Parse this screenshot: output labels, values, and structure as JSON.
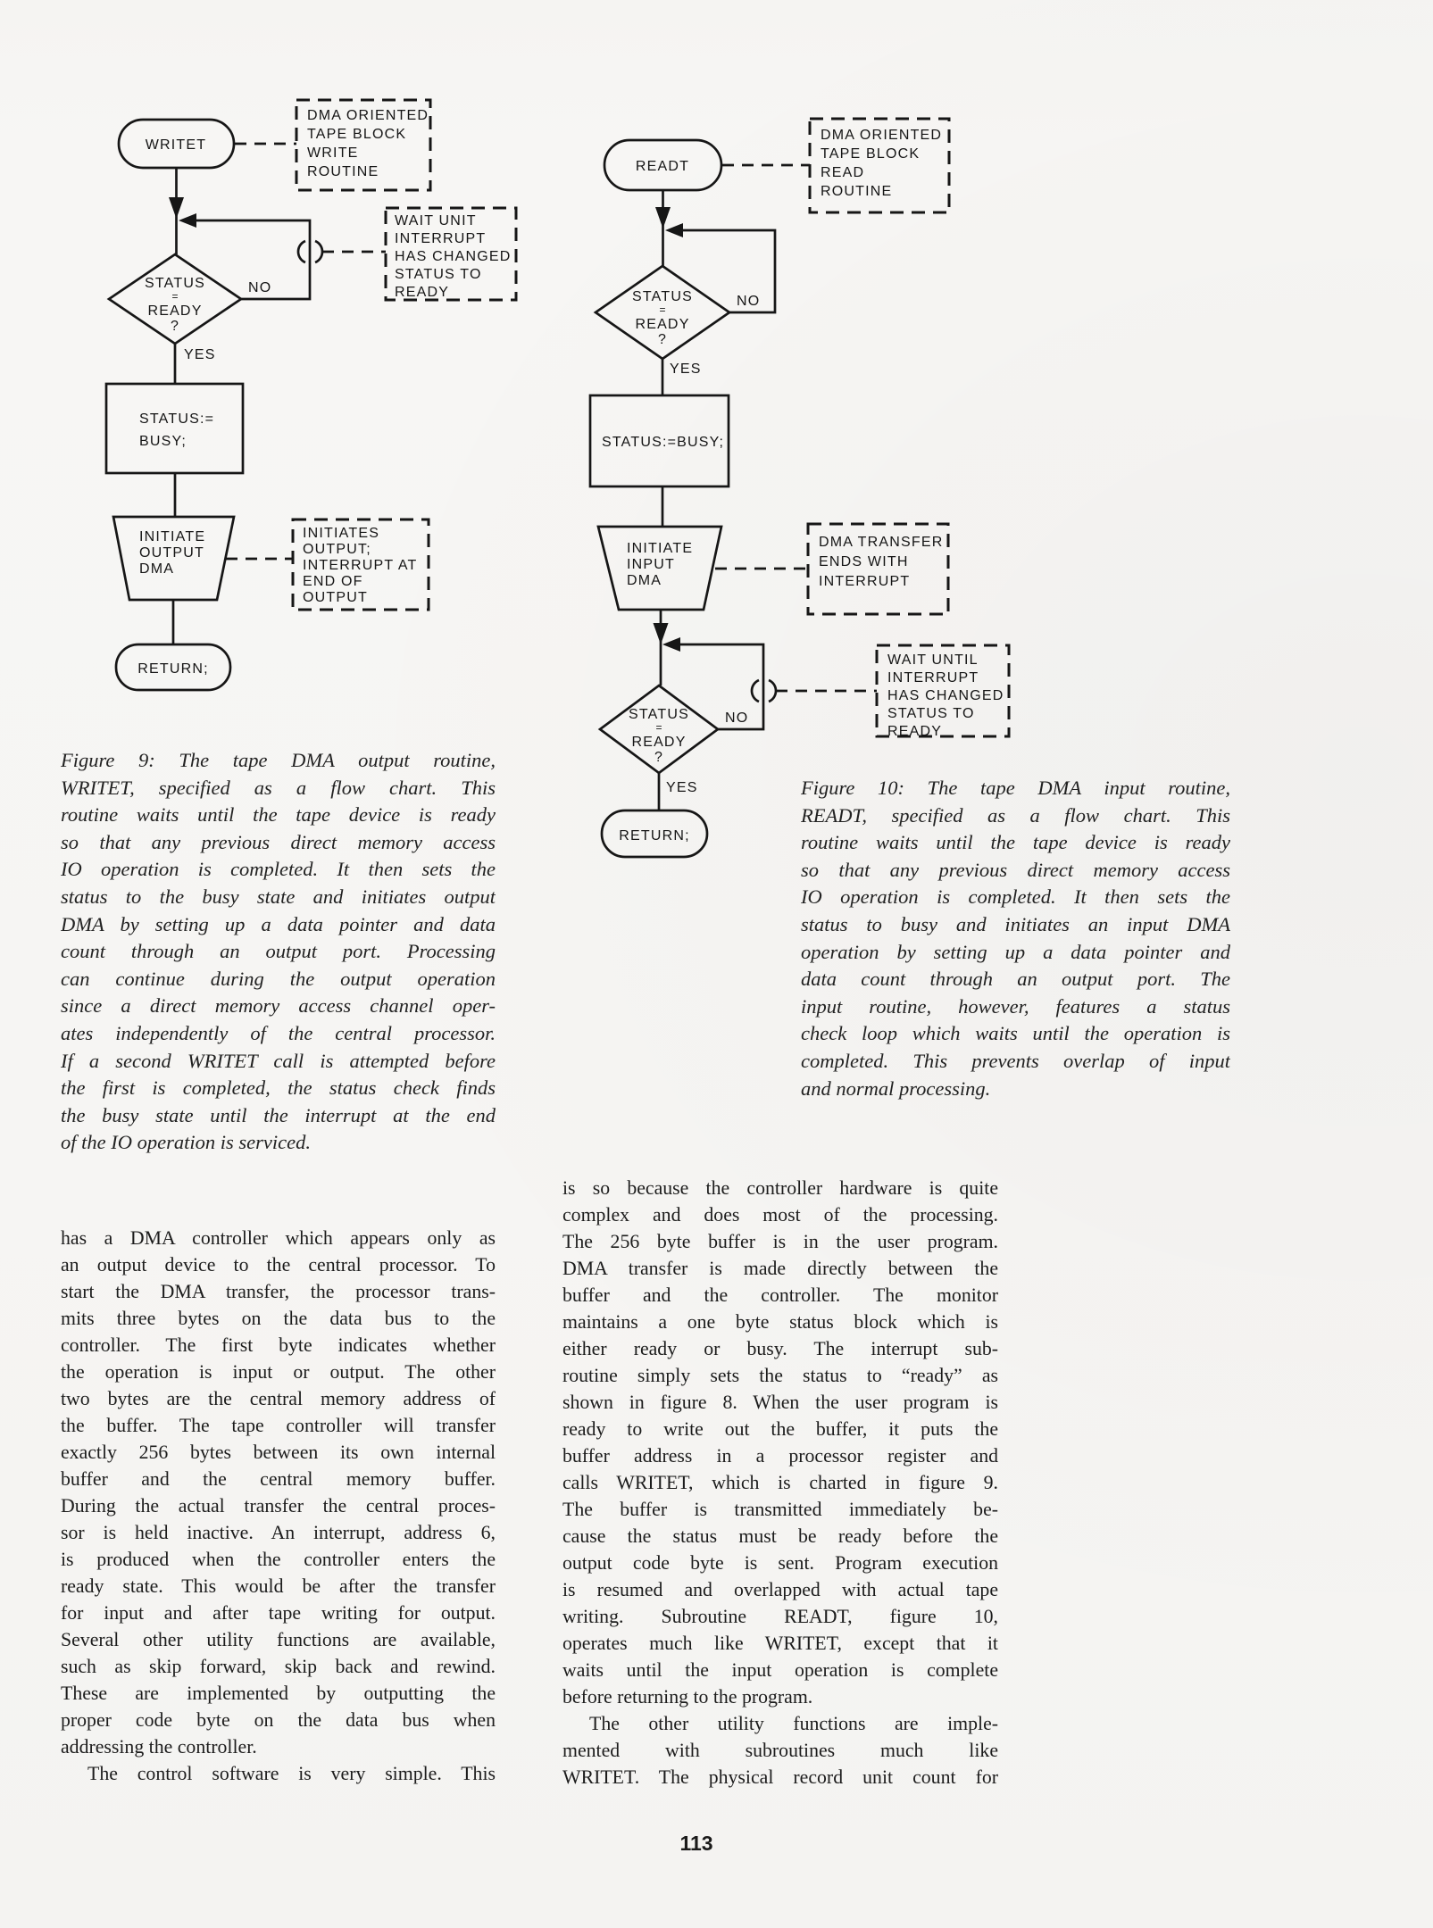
{
  "style": {
    "paper": "#f6f5f3",
    "ink": "#1a1a1a"
  },
  "page": {
    "number": "113"
  },
  "charts": {
    "writet": {
      "start": "WRITET",
      "start_note": [
        "DMA ORIENTED",
        "TAPE BLOCK",
        "WRITE",
        "ROUTINE"
      ],
      "decision": {
        "l1": "STATUS",
        "l2": "=",
        "l3": "READY",
        "l4": "?"
      },
      "no_label": "NO",
      "yes_label": "YES",
      "wait_note": [
        "WAIT UNIT",
        "INTERRUPT",
        "HAS CHANGED",
        "STATUS TO",
        "READY"
      ],
      "process": [
        "STATUS:=",
        "BUSY;"
      ],
      "io": [
        "INITIATE",
        "OUTPUT",
        "DMA"
      ],
      "io_note": [
        "INITIATES",
        "OUTPUT;",
        "INTERRUPT AT",
        "END OF",
        "OUTPUT"
      ],
      "end": "RETURN;"
    },
    "readt": {
      "start": "READT",
      "start_note": [
        "DMA ORIENTED",
        "TAPE BLOCK",
        "READ",
        "ROUTINE"
      ],
      "decision1": {
        "l1": "STATUS",
        "l2": "=",
        "l3": "READY",
        "l4": "?"
      },
      "no1": "NO",
      "yes1": "YES",
      "process": "STATUS:=BUSY;",
      "io": [
        "INITIATE",
        "INPUT",
        "DMA"
      ],
      "io_note": [
        "DMA TRANSFER",
        "ENDS WITH",
        "INTERRUPT"
      ],
      "decision2": {
        "l1": "STATUS",
        "l2": "=",
        "l3": "READY",
        "l4": "?"
      },
      "no2": "NO",
      "yes2": "YES",
      "wait_note": [
        "WAIT UNTIL",
        "INTERRUPT",
        "HAS CHANGED",
        "STATUS TO",
        "READY"
      ],
      "end": "RETURN;"
    }
  },
  "captions": {
    "figure9": {
      "lines": [
        {
          "text": "Figure 9: The tape DMA output routine,"
        },
        {
          "text": "WRITET, specified as a flow chart. This"
        },
        {
          "text": "routine waits until the tape device is ready"
        },
        {
          "text": "so that any previous direct memory access"
        },
        {
          "text": "IO operation is completed. It then sets the"
        },
        {
          "text": "status to the busy state and initiates output"
        },
        {
          "text": "DMA by setting up a data pointer and data"
        },
        {
          "text": "count through an output port. Processing"
        },
        {
          "text": "can continue during the output operation"
        },
        {
          "text": "since a direct memory access channel oper-"
        },
        {
          "text": "ates independently of the central processor."
        },
        {
          "text": "If a second WRITET call is attempted before"
        },
        {
          "text": "the first is completed, the status check finds"
        },
        {
          "text": "the busy state until the interrupt at the end"
        },
        {
          "text": "of the IO operation is serviced.",
          "cls": "end"
        }
      ]
    },
    "figure10": {
      "lines": [
        {
          "text": "Figure 10: The tape DMA input routine,"
        },
        {
          "text": "READT, specified as a flow chart. This"
        },
        {
          "text": "routine waits until the tape device is ready"
        },
        {
          "text": "so that any previous direct memory access"
        },
        {
          "text": "IO operation is completed. It then sets the"
        },
        {
          "text": "status to busy and initiates an input DMA"
        },
        {
          "text": "operation by setting up a data pointer and"
        },
        {
          "text": "data count through an output port. The"
        },
        {
          "text": "input routine, however, features a status"
        },
        {
          "text": "check loop which waits until the operation is"
        },
        {
          "text": "completed. This prevents overlap of input"
        },
        {
          "text": "and normal processing.",
          "cls": "end"
        }
      ]
    }
  },
  "body": {
    "left_column": {
      "lines": [
        {
          "text": "has a DMA controller which appears only as"
        },
        {
          "text": "an output device to the central processor. To"
        },
        {
          "text": "start the DMA transfer, the processor trans-"
        },
        {
          "text": "mits three bytes on the data bus to the"
        },
        {
          "text": "controller. The first byte indicates whether"
        },
        {
          "text": "the operation is input or output. The other"
        },
        {
          "text": "two bytes are the central memory address of"
        },
        {
          "text": "the buffer. The tape controller will transfer"
        },
        {
          "text": "exactly 256 bytes between its own internal"
        },
        {
          "text": "buffer and the central memory buffer."
        },
        {
          "text": "During the actual transfer the central proces-"
        },
        {
          "text": "sor is held inactive. An interrupt, address 6,"
        },
        {
          "text": "is produced when the controller enters the"
        },
        {
          "text": "ready state. This would be after the transfer"
        },
        {
          "text": "for input and after tape writing for output."
        },
        {
          "text": "Several other utility functions are available,"
        },
        {
          "text": "such as skip forward, skip back and rewind."
        },
        {
          "text": "These are implemented by outputting the"
        },
        {
          "text": "proper code byte on the data bus when"
        },
        {
          "text": "addressing the controller.",
          "cls": "end"
        },
        {
          "text": "The control software is very simple. This",
          "cls": "indent"
        }
      ]
    },
    "right_column": {
      "lines": [
        {
          "text": "is so because the controller hardware is quite"
        },
        {
          "text": "complex and does most of the processing."
        },
        {
          "text": "The 256 byte buffer is in the user program."
        },
        {
          "text": "DMA transfer is made directly between the"
        },
        {
          "text": "buffer and the controller. The monitor"
        },
        {
          "text": "maintains a one byte status block which is"
        },
        {
          "text": "either ready or busy. The interrupt sub-"
        },
        {
          "text": "routine simply sets the status to “ready” as"
        },
        {
          "text": "shown in figure 8. When the user program is"
        },
        {
          "text": "ready to write out the buffer, it puts the"
        },
        {
          "text": "buffer address in a processor register and"
        },
        {
          "text": "calls WRITET, which is charted in figure 9."
        },
        {
          "text": "The buffer is transmitted immediately be-"
        },
        {
          "text": "cause the status must be ready before the"
        },
        {
          "text": "output code byte is sent. Program execution"
        },
        {
          "text": "is resumed and overlapped with actual tape"
        },
        {
          "text": "writing. Subroutine READT, figure 10,"
        },
        {
          "text": "operates much like WRITET, except that it"
        },
        {
          "text": "waits until the input operation is complete"
        },
        {
          "text": "before returning to the program.",
          "cls": "end"
        },
        {
          "text": "The other utility functions are imple-",
          "cls": "indent"
        },
        {
          "text": "mented with subroutines much like"
        },
        {
          "text": "WRITET. The physical record unit count for"
        }
      ]
    }
  }
}
